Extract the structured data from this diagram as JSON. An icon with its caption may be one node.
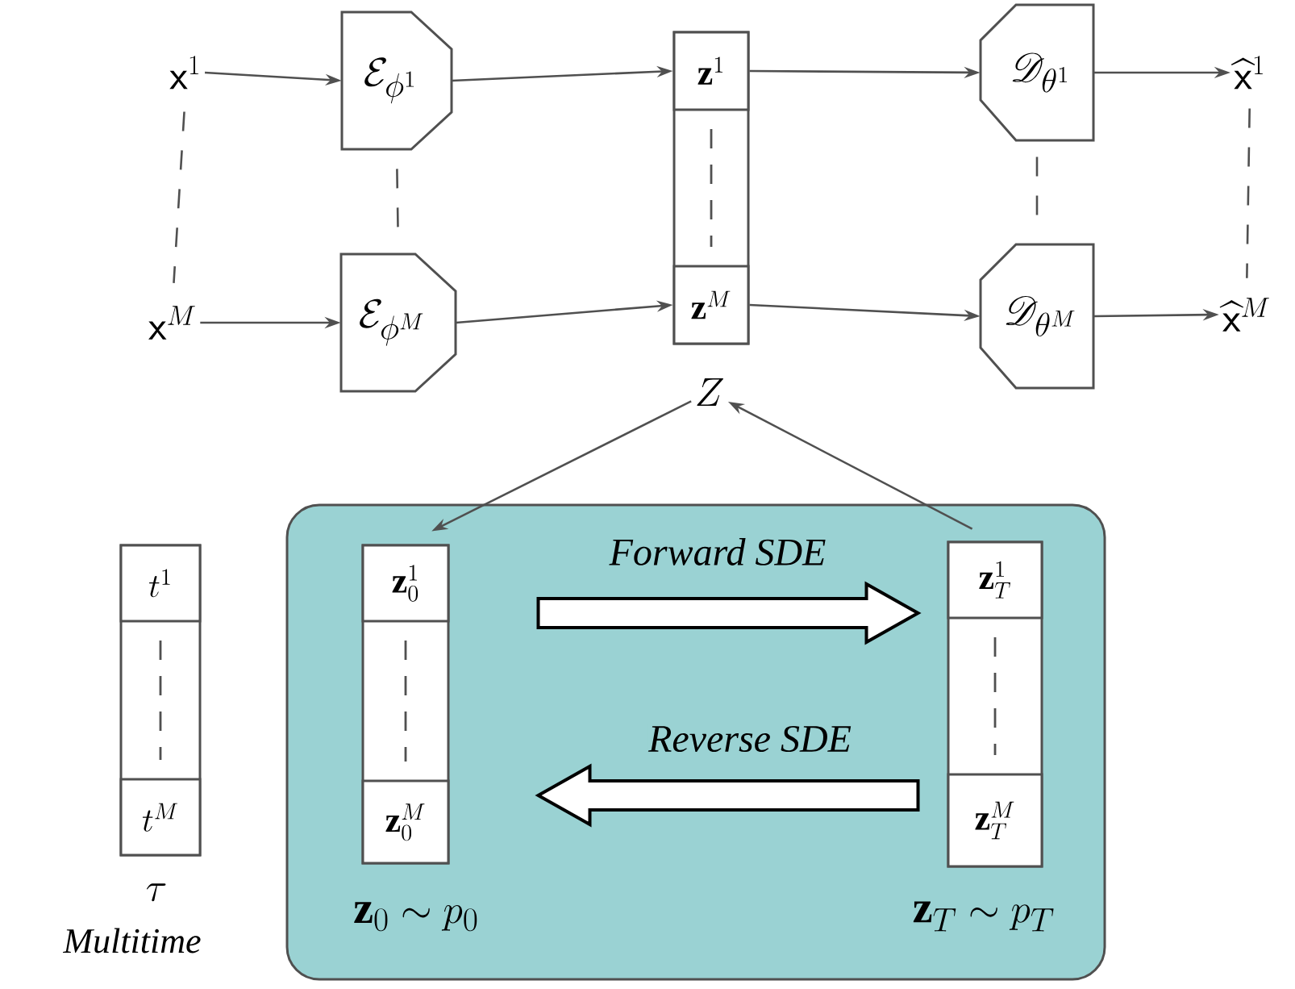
{
  "diagram": {
    "nodes": [
      {
        "text": [
          "\\mathsf{x}^1"
        ]
      },
      {
        "text": [
          "\\mathcal{E}_{\\phi^1}"
        ]
      },
      {
        "text": [],
        "shape": "box"
      },
      {
        "text": [
          "\\mathbf{z}^1"
        ],
        "in": 2
      },
      {
        "text": [
          "\\mathscr{D}_{\\theta^1}"
        ]
      },
      {
        "text": [
          "\\widehat{\\mathsf{x}}^1"
        ]
      },
      {
        "text": [
          "\\mathsf{x}^M"
        ]
      },
      {
        "text": [
          "\\mathcal{E}_{\\phi^M}"
        ]
      },
      {
        "text": [
          "\\mathbf{z}^M"
        ],
        "in": 2
      },
      {
        "text": [
          "\\mathscr{D}_{\\theta^M}"
        ]
      },
      {
        "text": [
          "\\widehat{\\mathsf{x}}^M"
        ]
      },
      {
        "text": [
          "Z"
        ]
      },
      {
        "text": [],
        "shape": "box",
        "beside": [
          "\\tau",
          "Multitime"
        ]
      },
      {
        "text": [
          "t^1"
        ],
        "in": 12
      },
      {
        "text": [
          "t^M"
        ],
        "in": 12
      },
      {
        "text": [
          "\\mathbf{z}_0 \\sim p_0",
          "\\mathbf{z}_T \\sim p_T"
        ]
      },
      {
        "text": [],
        "shape": "box",
        "in": 15
      },
      {
        "text": [
          "\\mathbf{z}_0^1"
        ],
        "in": 16
      },
      {
        "text": [
          "\\mathbf{z}_0^M"
        ],
        "in": 16
      },
      {
        "text": [],
        "shape": "box",
        "in": 15
      },
      {
        "text": [
          "\\mathbf{z}_T^1"
        ],
        "in": 19
      },
      {
        "text": [
          "\\mathbf{z}_T^M"
        ],
        "in": 19
      }
    ],
    "edges": [
      {
        "from": 0,
        "to": 1,
        "arrow": "to"
      },
      {
        "from": 1,
        "to": 3,
        "arrow": "to"
      },
      {
        "from": 3,
        "to": 4,
        "arrow": "to"
      },
      {
        "from": 4,
        "to": 5,
        "arrow": "to"
      },
      {
        "from": 6,
        "to": 7,
        "arrow": "to"
      },
      {
        "from": 7,
        "to": 8,
        "arrow": "to"
      },
      {
        "from": 8,
        "to": 9,
        "arrow": "to"
      },
      {
        "from": 9,
        "to": 10,
        "arrow": "to"
      },
      {
        "from": 0,
        "to": 6,
        "arrow": "none",
        "style": "dashed"
      },
      {
        "from": 1,
        "to": 7,
        "arrow": "none",
        "style": "dashed"
      },
      {
        "from": 4,
        "to": 9,
        "arrow": "none",
        "style": "dashed"
      },
      {
        "from": 5,
        "to": 10,
        "arrow": "none",
        "style": "dashed"
      },
      {
        "from": 11,
        "to": 16,
        "arrow": "to"
      },
      {
        "from": 19,
        "to": 11,
        "arrow": "to"
      },
      {
        "from": 16,
        "to": 19,
        "arrow": "to",
        "style": "thick",
        "label": "Forward SDE"
      },
      {
        "from": 19,
        "to": 16,
        "arrow": "to",
        "style": "thick",
        "label": "Reverse SDE"
      }
    ]
  }
}
